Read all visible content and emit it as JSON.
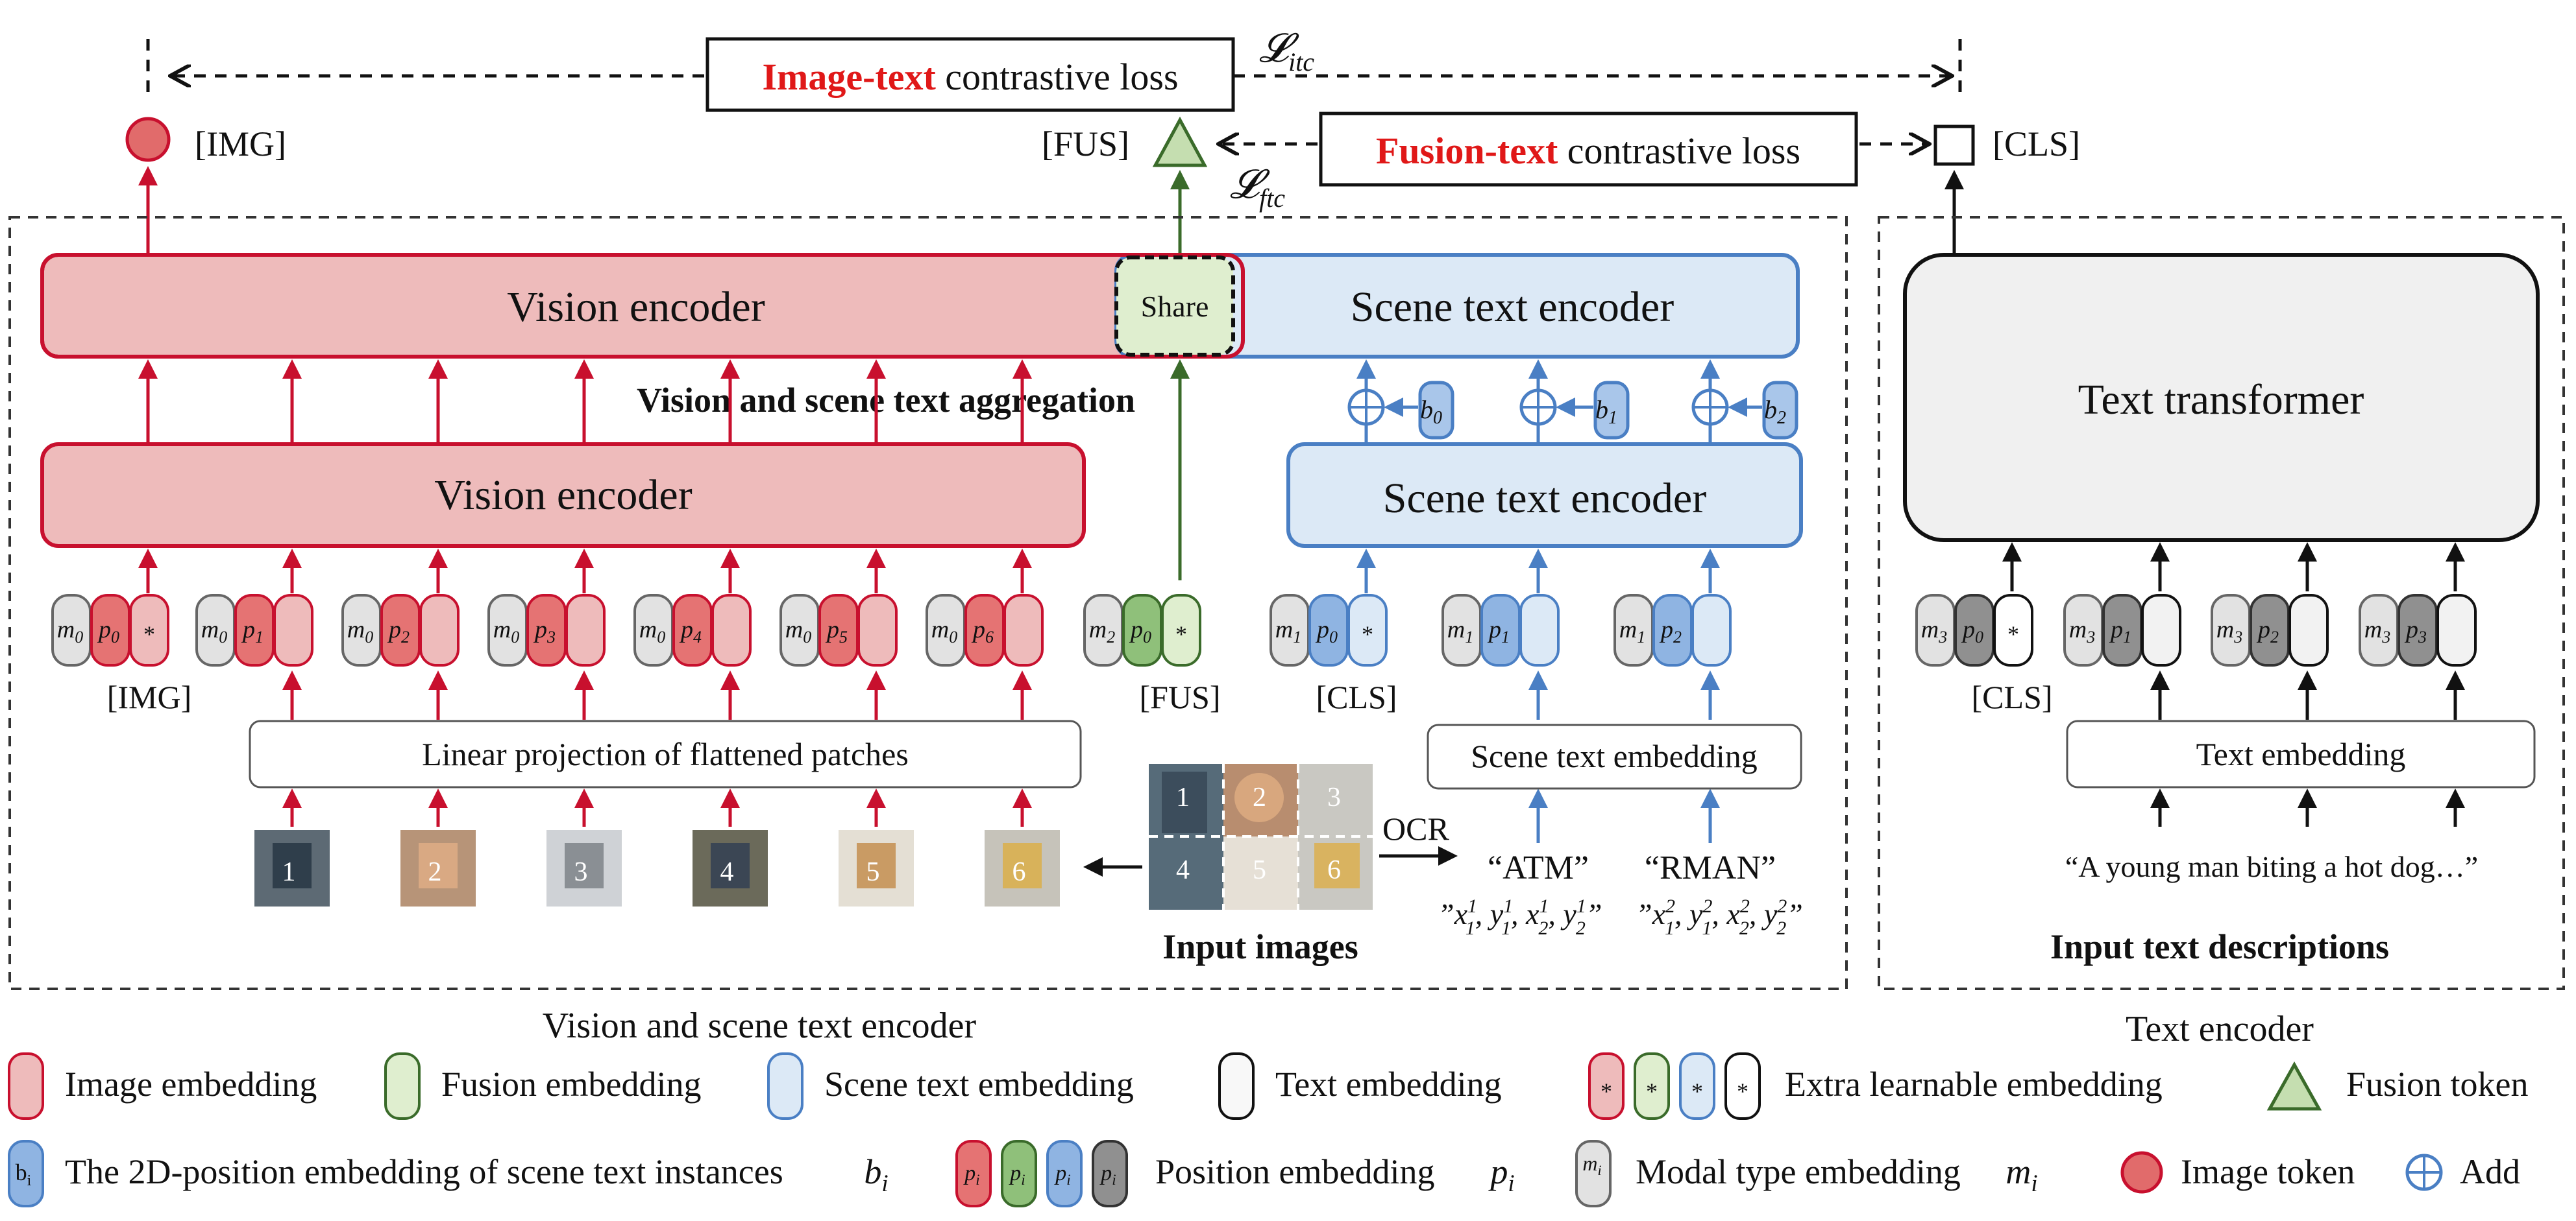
{
  "top": {
    "itc_symbol": "𝓛",
    "itc_sub": "itc",
    "ftc_symbol": "𝓛",
    "ftc_sub": "ftc",
    "itc_box_red": "Image-text",
    "itc_box_rest": " contrastive loss",
    "ftc_box_red": "Fusion-text",
    "ftc_box_rest": " contrastive loss"
  },
  "tokens": {
    "img": "[IMG]",
    "fus": "[FUS]",
    "cls": "[CLS]"
  },
  "vision_panel": {
    "caption": "Vision and scene text encoder",
    "vision_encoder_top": "Vision encoder",
    "share": "Share",
    "scene_encoder_top": "Scene text encoder",
    "aggregation": "Vision and scene text aggregation",
    "vision_encoder_bottom": "Vision encoder",
    "scene_encoder_bottom": "Scene text encoder",
    "linear_projection": "Linear projection of flattened patches",
    "scene_embedding": "Scene text embedding",
    "input_images": "Input images",
    "ocr": "OCR",
    "ocr_words": [
      "“ATM”",
      "“RMAN”"
    ],
    "ocr_coords_base": [
      "”x",
      ", y",
      ", x",
      ", y",
      "”"
    ],
    "patch_numbers": [
      "1",
      "2",
      "3",
      "4",
      "5",
      "6"
    ],
    "grid_numbers": [
      "1",
      "2",
      "3",
      "4",
      "5",
      "6"
    ],
    "b_labels": [
      "b",
      "b",
      "b"
    ],
    "b_subs": [
      "0",
      "1",
      "2"
    ]
  },
  "text_panel": {
    "caption": "Text encoder",
    "transformer": "Text transformer",
    "embedding": "Text embedding",
    "description": "“A young man biting a hot dog…”",
    "input_label": "Input text descriptions"
  },
  "colors": {
    "red": "#c8102e",
    "red_fill": "#eebbbb",
    "green": "#3a6b2a",
    "green_fill": "#dfeecf",
    "blue": "#4a7fc4",
    "blue_fill": "#dce9f6",
    "dark_gray": "#8a8a8a",
    "gray_fill": "#e2e2e2",
    "light_fill": "#f2f2f2"
  },
  "legend": [
    {
      "key": "image",
      "label": "Image embedding"
    },
    {
      "key": "fusion",
      "label": "Fusion embedding"
    },
    {
      "key": "scene",
      "label": "Scene text embedding"
    },
    {
      "key": "text",
      "label": "Text embedding"
    },
    {
      "key": "extra",
      "label": "Extra learnable embedding"
    },
    {
      "key": "fusion_token",
      "label": "Fusion token"
    },
    {
      "key": "position2d",
      "label": "The 2D-position embedding of scene text instances"
    },
    {
      "key": "position",
      "label": "Position embedding"
    },
    {
      "key": "modal",
      "label": "Modal type embedding"
    },
    {
      "key": "image_token",
      "label": "Image token"
    },
    {
      "key": "add",
      "label": "Add"
    }
  ]
}
